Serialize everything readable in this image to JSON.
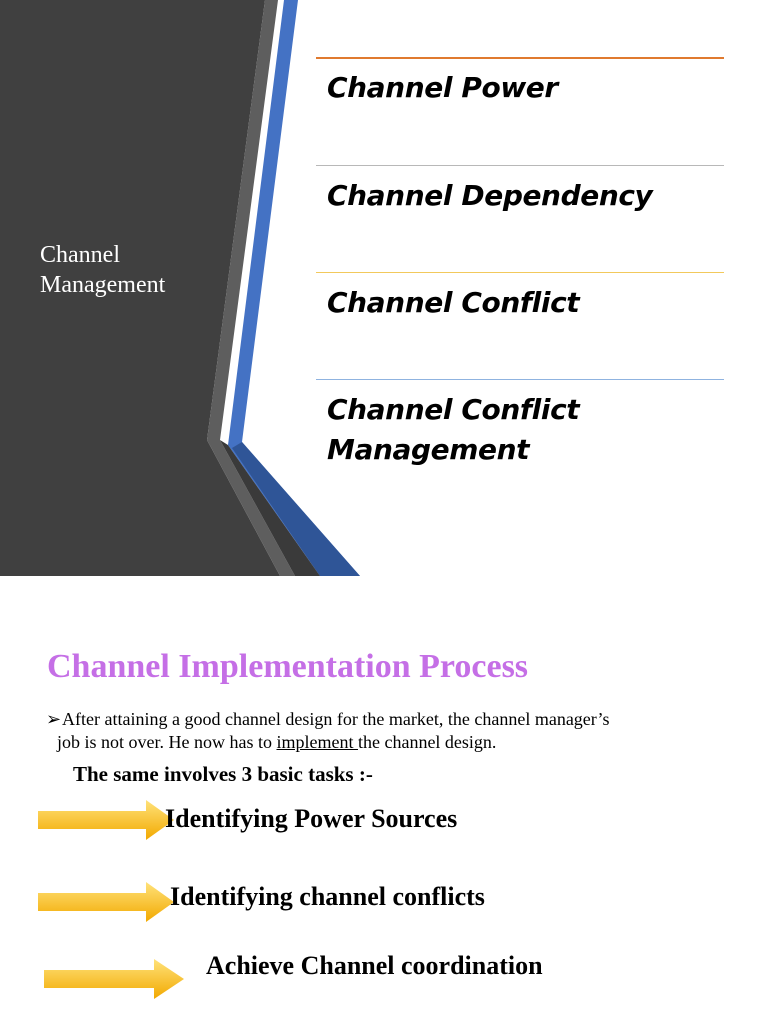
{
  "slide1": {
    "side_title_line1": "Channel",
    "side_title_line2": "Management",
    "agenda": [
      {
        "label": "Channel Power",
        "divider_color": "#e07a2f"
      },
      {
        "label": "Channel Dependency",
        "divider_color": "#b8b8b8"
      },
      {
        "label": "Channel Conflict",
        "divider_color": "#f2c95c"
      },
      {
        "label_line1": "Channel Conflict",
        "label_line2": "Management",
        "divider_color": "#8fb3e0"
      }
    ],
    "colors": {
      "panel": "#404040",
      "accent_blue": "#4472c4",
      "accent_dark_blue": "#2f5597",
      "white": "#ffffff"
    }
  },
  "slide2": {
    "title": "Channel Implementation Process",
    "bullet_glyph": "➢",
    "paragraph_line1": "After attaining a good channel design for the market, the channel manager’s",
    "paragraph_line2_before": "job is not over. He now has to ",
    "paragraph_line2_link": "implement ",
    "paragraph_line2_after": " the channel design.",
    "subtitle": "The same involves 3 basic tasks :-",
    "tasks": [
      "Identifying Power Sources",
      "Identifying channel conflicts",
      "Achieve Channel coordination"
    ],
    "colors": {
      "title": "#c56fe6",
      "arrow_light": "#ffe27a",
      "arrow_dark": "#f2a900"
    }
  }
}
